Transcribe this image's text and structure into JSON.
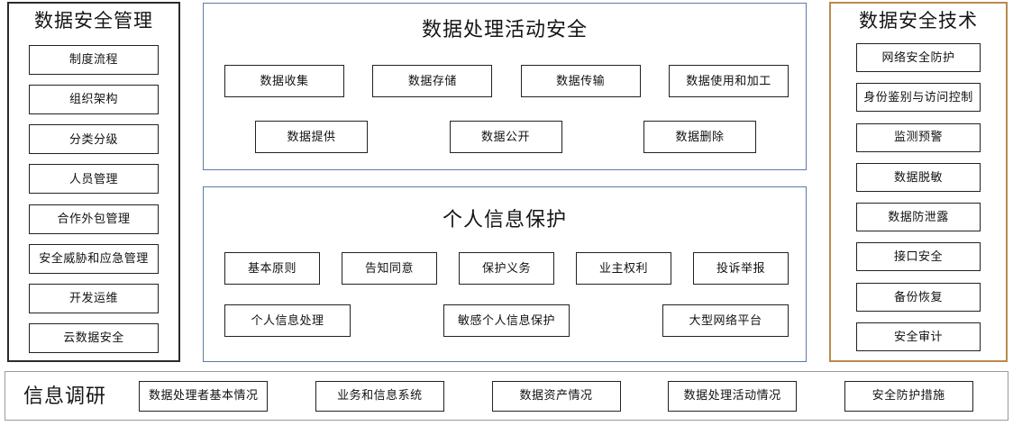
{
  "colors": {
    "panel_dark_border": "#2b2b2b",
    "panel_blue_border": "#5a7ca6",
    "panel_tan_border": "#b98a4f",
    "panel_gray_border": "#9a9a9a",
    "node_border": "#222222",
    "background": "#ffffff",
    "text": "#111111"
  },
  "left_panel": {
    "title": "数据安全管理",
    "items": [
      {
        "label": "制度流程"
      },
      {
        "label": "组织架构"
      },
      {
        "label": "分类分级"
      },
      {
        "label": "人员管理"
      },
      {
        "label": "合作外包管理"
      },
      {
        "label": "安全威胁和应急管理"
      },
      {
        "label": "开发运维"
      },
      {
        "label": "云数据安全"
      }
    ]
  },
  "center_top_panel": {
    "title": "数据处理活动安全",
    "row1": [
      {
        "label": "数据收集"
      },
      {
        "label": "数据存储"
      },
      {
        "label": "数据传输"
      },
      {
        "label": "数据使用和加工"
      }
    ],
    "row2": [
      {
        "label": "数据提供"
      },
      {
        "label": "数据公开"
      },
      {
        "label": "数据删除"
      }
    ]
  },
  "center_bottom_panel": {
    "title": "个人信息保护",
    "row1": [
      {
        "label": "基本原则"
      },
      {
        "label": "告知同意"
      },
      {
        "label": "保护义务"
      },
      {
        "label": "业主权利"
      },
      {
        "label": "投诉举报"
      }
    ],
    "row2": [
      {
        "label": "个人信息处理"
      },
      {
        "label": "敏感个人信息保护"
      },
      {
        "label": "大型网络平台"
      }
    ]
  },
  "right_panel": {
    "title": "数据安全技术",
    "items": [
      {
        "label": "网络安全防护"
      },
      {
        "label": "身份鉴别与访问控制"
      },
      {
        "label": "监测预警"
      },
      {
        "label": "数据脱敏"
      },
      {
        "label": "数据防泄露"
      },
      {
        "label": "接口安全"
      },
      {
        "label": "备份恢复"
      },
      {
        "label": "安全审计"
      }
    ]
  },
  "bottom_bar": {
    "title": "信息调研",
    "items": [
      {
        "label": "数据处理者基本情况"
      },
      {
        "label": "业务和信息系统"
      },
      {
        "label": "数据资产情况"
      },
      {
        "label": "数据处理活动情况"
      },
      {
        "label": "安全防护措施"
      }
    ]
  }
}
